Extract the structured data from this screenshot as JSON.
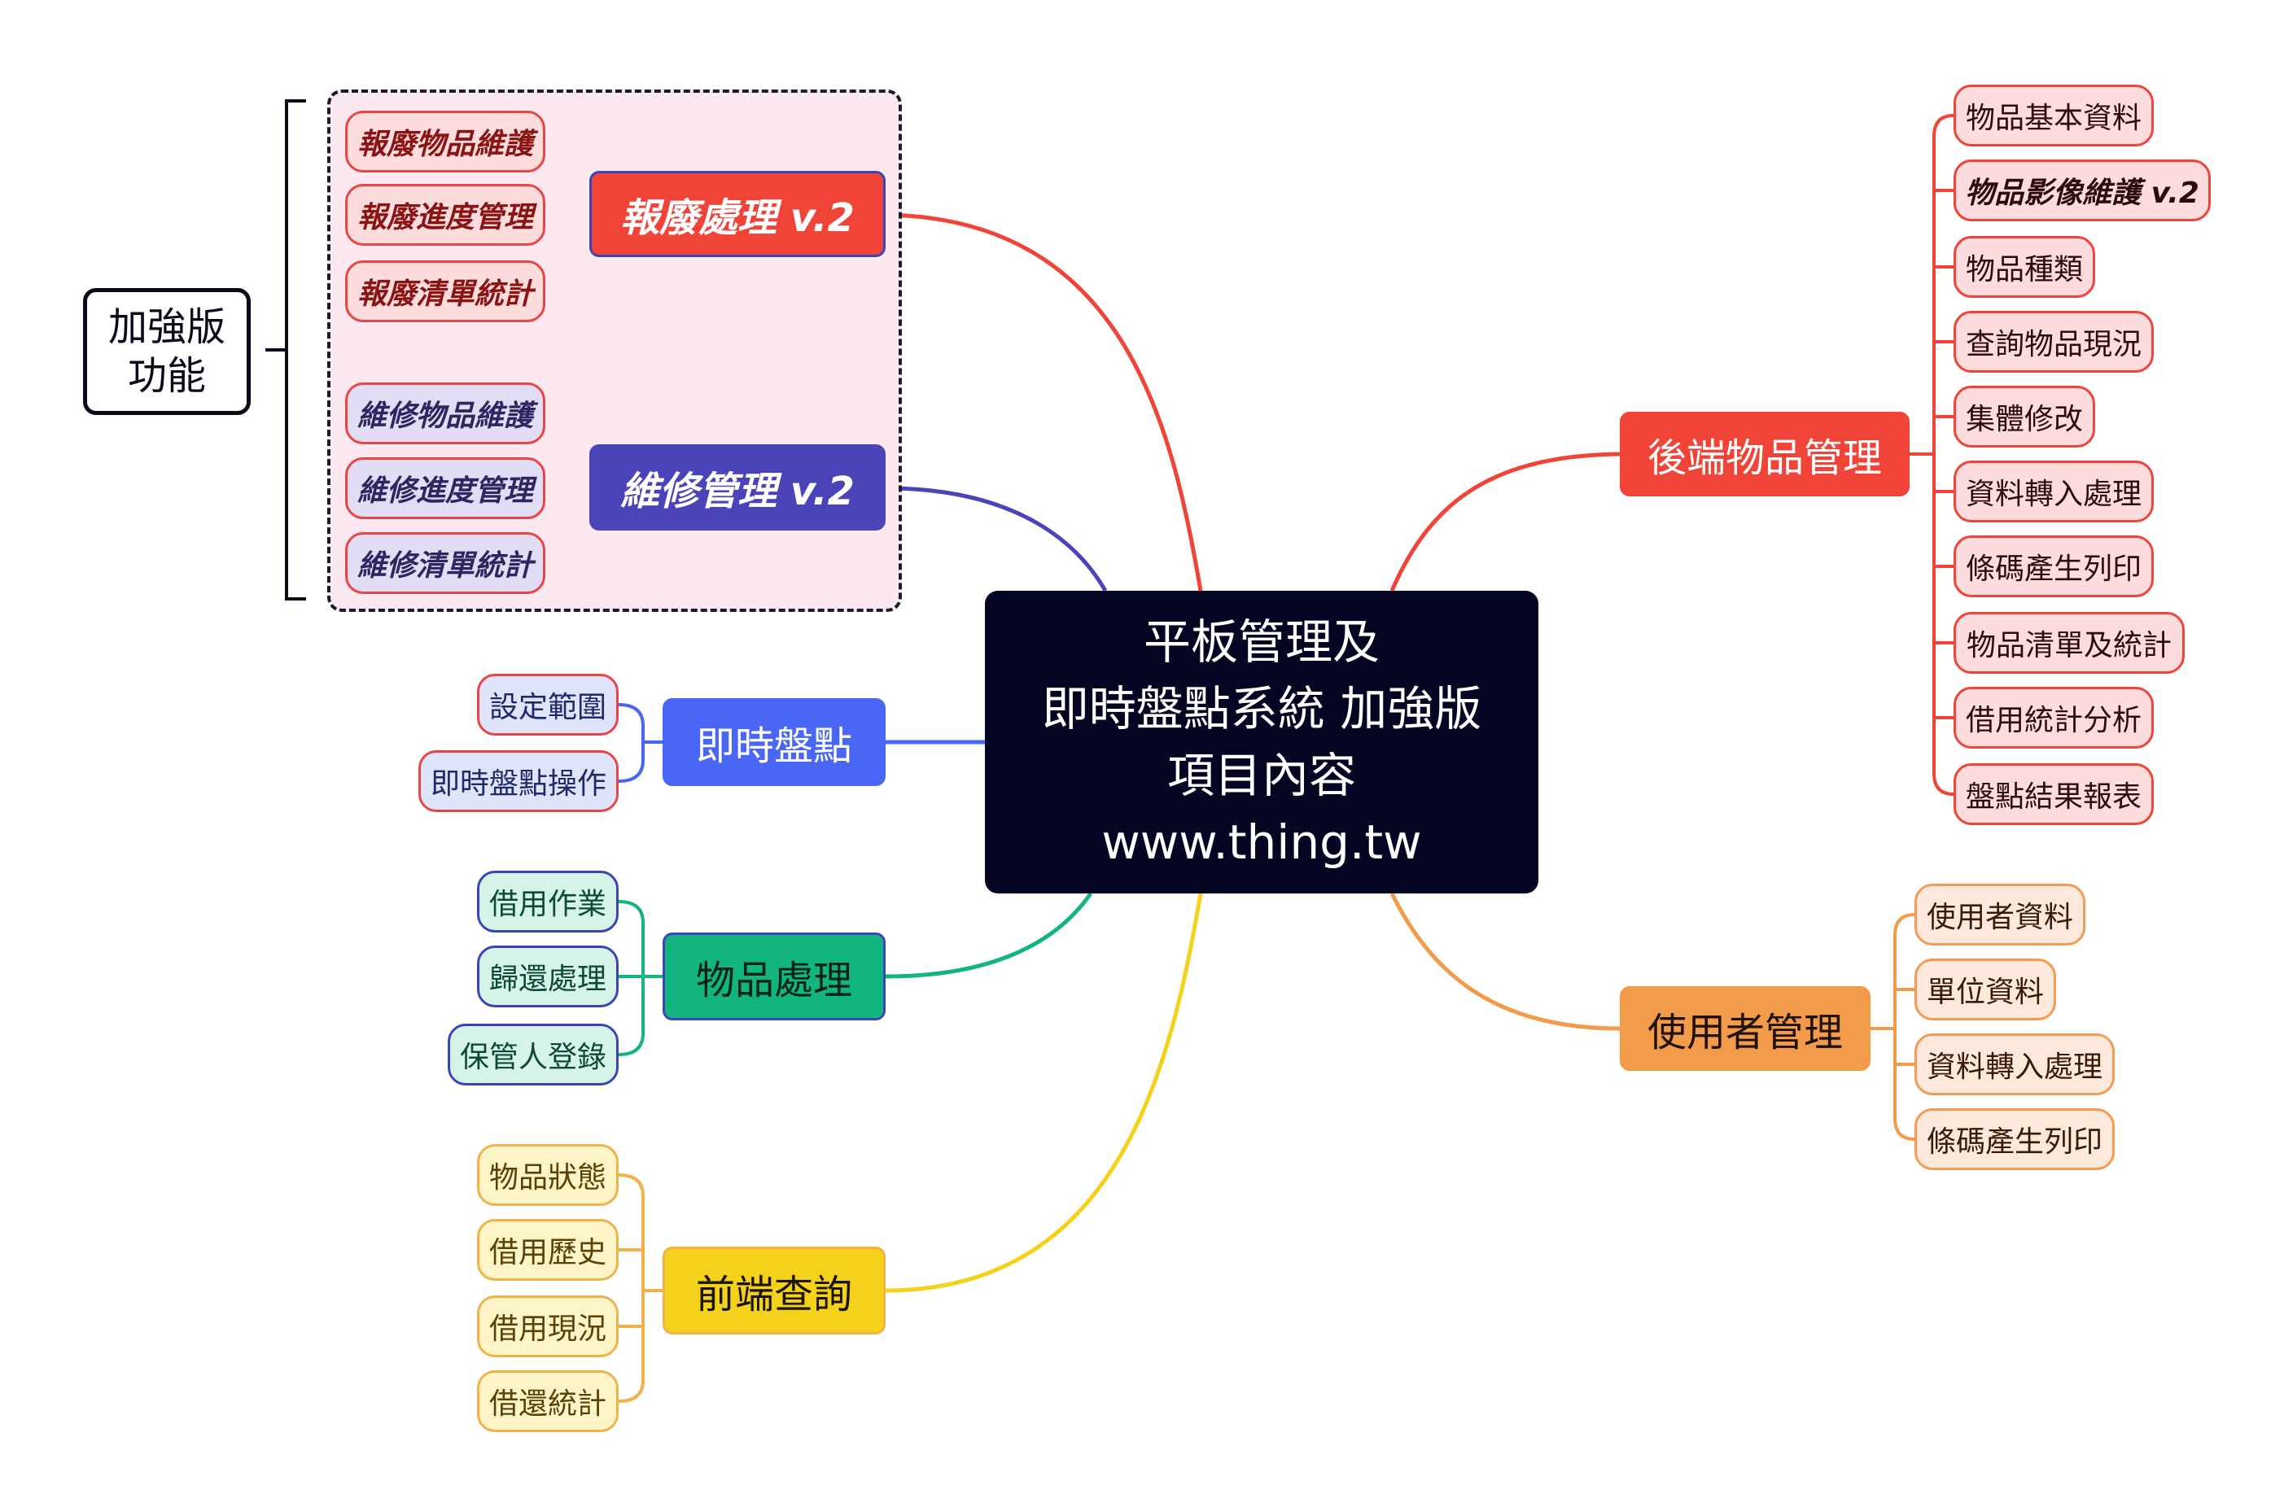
{
  "center": {
    "lines": [
      "平板管理及",
      "即時盤點系統 加強版",
      "項目內容",
      "www.thing.tw"
    ]
  },
  "feature_label": {
    "lines": [
      "加強版",
      "功能"
    ]
  },
  "branches": {
    "scrap": {
      "label": "報廢處理 v.2",
      "color": "#f04438",
      "children": [
        "報廢物品維護",
        "報廢進度管理",
        "報廢清單統計"
      ]
    },
    "repair": {
      "label": "維修管理 v.2",
      "color": "#4b44b8",
      "children": [
        "維修物品維護",
        "維修進度管理",
        "維修清單統計"
      ]
    },
    "inventory": {
      "label": "即時盤點",
      "color": "#4a66f5",
      "children": [
        "設定範圍",
        "即時盤點操作"
      ]
    },
    "items": {
      "label": "物品處理",
      "color": "#12b57f",
      "children": [
        "借用作業",
        "歸還處理",
        "保管人登錄"
      ]
    },
    "front": {
      "label": "前端查詢",
      "color": "#f4d21c",
      "children": [
        "物品狀態",
        "借用歷史",
        "借用現況",
        "借還統計"
      ]
    },
    "backend": {
      "label": "後端物品管理",
      "color": "#f04438",
      "children": [
        "物品基本資料",
        "物品影像維護 v.2",
        "物品種類",
        "查詢物品現況",
        "集體修改",
        "資料轉入處理",
        "條碼產生列印",
        "物品清單及統計",
        "借用統計分析",
        "盤點結果報表"
      ]
    },
    "users": {
      "label": "使用者管理",
      "color": "#f29b4a",
      "children": [
        "使用者資料",
        "單位資料",
        "資料轉入處理",
        "條碼產生列印"
      ]
    }
  }
}
